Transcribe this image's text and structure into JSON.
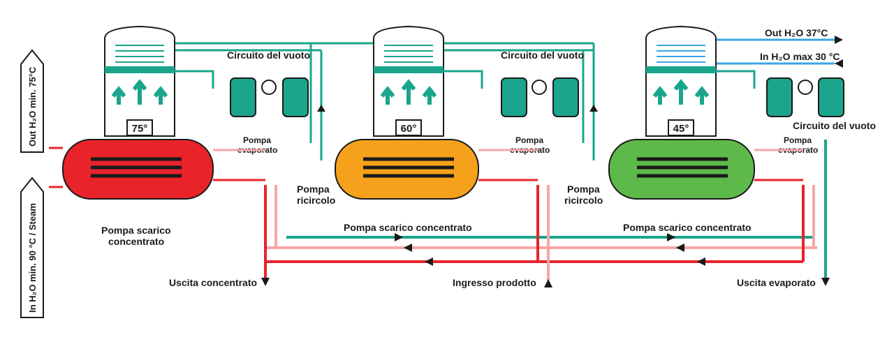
{
  "labels": {
    "vacuum_circuit_1": "Circuito del vuoto",
    "vacuum_circuit_2": "Circuito del vuoto",
    "vacuum_circuit_3": "Circuito del vuoto",
    "pump_evap_1a": "Pompa",
    "pump_evap_1b": "evaporato",
    "pump_evap_2a": "Pompa",
    "pump_evap_2b": "evaporato",
    "pump_evap_3a": "Pompa",
    "pump_evap_3b": "evaporato",
    "pump_recirc_2a": "Pompa",
    "pump_recirc_2b": "ricircolo",
    "pump_recirc_3a": "Pompa",
    "pump_recirc_3b": "ricircolo",
    "pump_conc_1a": "Pompa scarico",
    "pump_conc_1b": "concentrato",
    "pump_conc_2": "Pompa scarico concentrato",
    "pump_conc_3": "Pompa scarico concentrato",
    "out_concentrate": "Uscita concentrato",
    "in_product": "Ingresso prodotto",
    "out_evaporate": "Uscita evaporato",
    "out_h2o_37": "Out H₂O   37°C",
    "in_h2o_30": "In H₂O   max 30 °C",
    "side_top": "Out H₂O  min. 75°C",
    "side_bottom": "In H₂O  min. 90 °C / Steam"
  },
  "stages": [
    {
      "temp": "75°",
      "color": "#e8232a"
    },
    {
      "temp": "60°",
      "color": "#f5a11c"
    },
    {
      "temp": "45°",
      "color": "#5db94a"
    }
  ],
  "colors": {
    "teal": "#1aa58c",
    "hot_line": "#e8232a",
    "pink_line": "#f6a6a8",
    "cold_line": "#3aa6e0",
    "dark": "#1a1a1a"
  }
}
